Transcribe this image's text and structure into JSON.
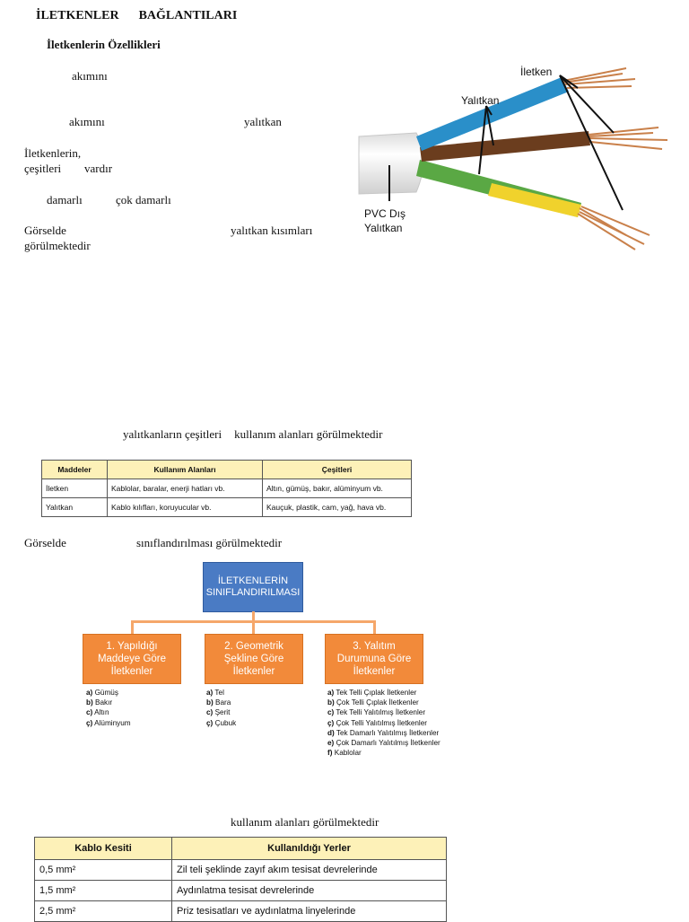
{
  "heading": {
    "part1": "İLETKENLER",
    "part2": "BAĞLANTILARI"
  },
  "subheading": "İletkenlerin Özellikleri",
  "fragments": {
    "f1": "akımını",
    "f2": "akımını",
    "f3": "yalıtkan",
    "f4": "İletkenlerin,",
    "f5a": "çeşitleri",
    "f5b": "vardır",
    "f6a": "damarlı",
    "f6b": "çok damarlı",
    "f7a": "Görselde",
    "f7b": "yalıtkan  kısımları",
    "f8": "görülmektedir",
    "f9a": "yalıtkanların çeşitleri",
    "f9b": "kullanım alanları görülmektedir",
    "f10a": "Görselde",
    "f10b": "sınıflandırılması görülmektedir",
    "f11": "kullanım alanları görülmektedir"
  },
  "cable_image": {
    "labels": {
      "conductor": "İletken",
      "insulator": "Yalıtkan",
      "outer_line1": "PVC Dış",
      "outer_line2": "Yalıtkan"
    },
    "colors": {
      "sheath": "#f2f2f2",
      "blue": "#2a8fc9",
      "brown": "#6b3d1e",
      "green": "#5aa844",
      "yellow": "#f0d22c",
      "copper": "#c9804a"
    }
  },
  "table1": {
    "headers": [
      "Maddeler",
      "Kullanım Alanları",
      "Çeşitleri"
    ],
    "rows": [
      [
        "İletken",
        "Kablolar, baralar, enerji hatları vb.",
        "Altın, gümüş, bakır, alüminyum vb."
      ],
      [
        "Yalıtkan",
        "Kablo kılıfları, koruyucular vb.",
        "Kauçuk, plastik, cam, yağ, hava vb."
      ]
    ]
  },
  "diagram": {
    "root": {
      "line1": "İLETKENLERİN",
      "line2": "SINIFLANDIRILMASI"
    },
    "children": [
      {
        "lines": [
          "1. Yapıldığı",
          "Maddeye Göre",
          "İletkenler"
        ],
        "items": [
          [
            "a)",
            "Gümüş"
          ],
          [
            "b)",
            "Bakır"
          ],
          [
            "c)",
            "Altın"
          ],
          [
            "ç)",
            "Alüminyum"
          ]
        ]
      },
      {
        "lines": [
          "2. Geometrik",
          "Şekline Göre",
          "İletkenler"
        ],
        "items": [
          [
            "a)",
            "Tel"
          ],
          [
            "b)",
            "Bara"
          ],
          [
            "c)",
            "Şerit"
          ],
          [
            "ç)",
            "Çubuk"
          ]
        ]
      },
      {
        "lines": [
          "3. Yalıtım",
          "Durumuna Göre",
          "İletkenler"
        ],
        "items": [
          [
            "a)",
            "Tek Telli Çıplak İletkenler"
          ],
          [
            "b)",
            "Çok Telli Çıplak İletkenler"
          ],
          [
            "c)",
            "Tek Telli Yalıtılmış İletkenler"
          ],
          [
            "ç)",
            "Çok Telli Yalıtılmış İletkenler"
          ],
          [
            "d)",
            "Tek Damarlı Yalıtılmış İletkenler"
          ],
          [
            "e)",
            "Çok Damarlı Yalıtılmış İletkenler"
          ],
          [
            "f)",
            "Kablolar"
          ]
        ]
      }
    ],
    "colors": {
      "root": "#4a7bc4",
      "child": "#f28a3a",
      "connector": "#f5a76a"
    }
  },
  "table2": {
    "headers": [
      "Kablo Kesiti",
      "Kullanıldığı Yerler"
    ],
    "rows": [
      [
        "0,5 mm²",
        "Zil teli şeklinde zayıf akım tesisat devrelerinde"
      ],
      [
        "1,5 mm²",
        "Aydınlatma tesisat devrelerinde"
      ],
      [
        "2,5 mm²",
        "Priz tesisatları ve aydınlatma linyelerinde"
      ]
    ]
  }
}
